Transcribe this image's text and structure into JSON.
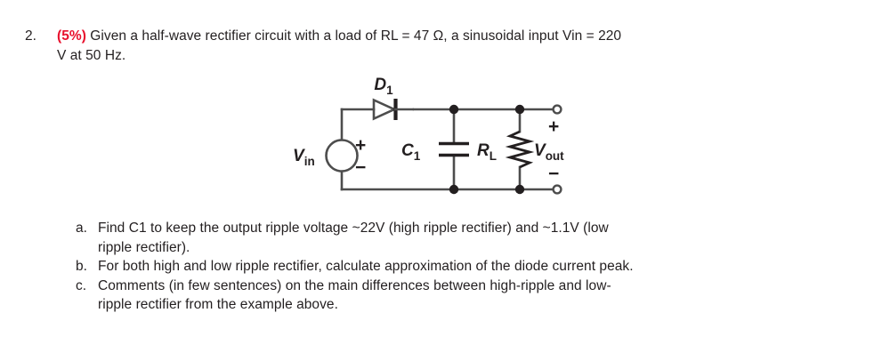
{
  "question": {
    "number": "2.",
    "percent_tag": "(5%)",
    "percent_color": "#e8112d",
    "body_line1": " Given a half-wave rectifier circuit with a load of RL = 47 Ω, a sinusoidal input Vin = 220",
    "body_line2": "V at 50 Hz.",
    "full_text": "(5%) Given a half-wave rectifier circuit with a load of RL = 47 Ω, a sinusoidal input Vin = 220 V at 50 Hz."
  },
  "circuit": {
    "caption": "half-wave rectifier with capacitor filter",
    "line_color": "#4d4d4d",
    "label_color": "#231f20",
    "labels": {
      "diode": "D",
      "diode_sub": "1",
      "source": "V",
      "source_sub": "in",
      "capacitor": "C",
      "capacitor_sub": "1",
      "resistor": "R",
      "resistor_sub": "L",
      "output": "V",
      "output_sub": "out",
      "source_plus": "+",
      "source_minus": "−",
      "output_plus": "+",
      "output_minus": "−"
    }
  },
  "sub_questions": [
    {
      "marker": "a.",
      "line1": "Find C1 to keep the output ripple voltage ~22V (high ripple rectifier) and ~1.1V (low",
      "line2": "ripple rectifier)."
    },
    {
      "marker": "b.",
      "line1": "For both high and low ripple rectifier, calculate approximation of the diode current peak.",
      "line2": ""
    },
    {
      "marker": "c.",
      "line1": "Comments (in few sentences) on the main differences between high-ripple and low-",
      "line2": "ripple rectifier from the example above."
    }
  ]
}
